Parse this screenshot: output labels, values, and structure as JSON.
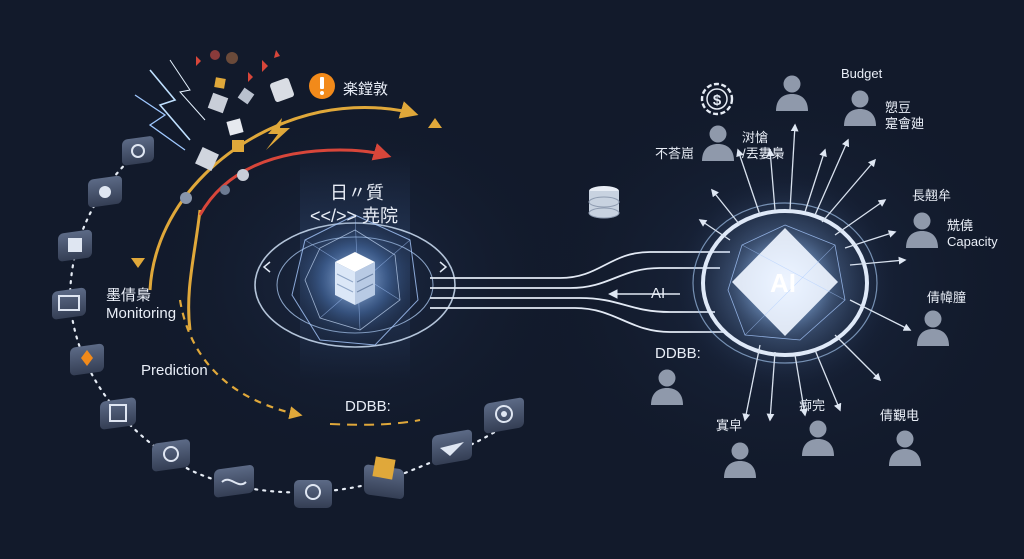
{
  "left": {
    "warning_label": "楽鏜敦",
    "center_title_line1": "日〃質",
    "center_title_line2": "<</>> 尭院",
    "monitoring_line1": "墨倩梟",
    "monitoring_line2": "Monitoring",
    "prediction_label": "Prediction",
    "ddbb_label": "DDBB:"
  },
  "right": {
    "ai_hub_label": "AI",
    "ai_arrow_label": "AI",
    "ddbb_label": "DDBB:",
    "budget_label": "Budget",
    "user_labels": {
      "top_right_a": "愬豆",
      "top_right_b": "寔會廸",
      "left_top": "不荅崫",
      "left_top2_a": "㳔愴",
      "left_top2_b": "/丟婁梟",
      "right_1": "長翹牟",
      "right_2_a": "兟僥",
      "right_2_b": "Capacity",
      "right_3": "倩幃膧",
      "bottom_left": "寘皁",
      "bottom_mid": "㾡完",
      "bottom_right": "倩覲电"
    }
  },
  "icons": {
    "warning": "exclamation-icon",
    "dollar": "dollar-icon",
    "database": "database-icon",
    "cube": "server-cube-icon",
    "user": "user-icon"
  },
  "colors": {
    "background": "#121a2b",
    "gold_arrow": "#e0a83a",
    "red_arrow": "#d8463a",
    "glow_blue": "#7fb6ff",
    "tile": "#4a5670",
    "user": "#8f99ab",
    "warning": "#f28a1a"
  }
}
